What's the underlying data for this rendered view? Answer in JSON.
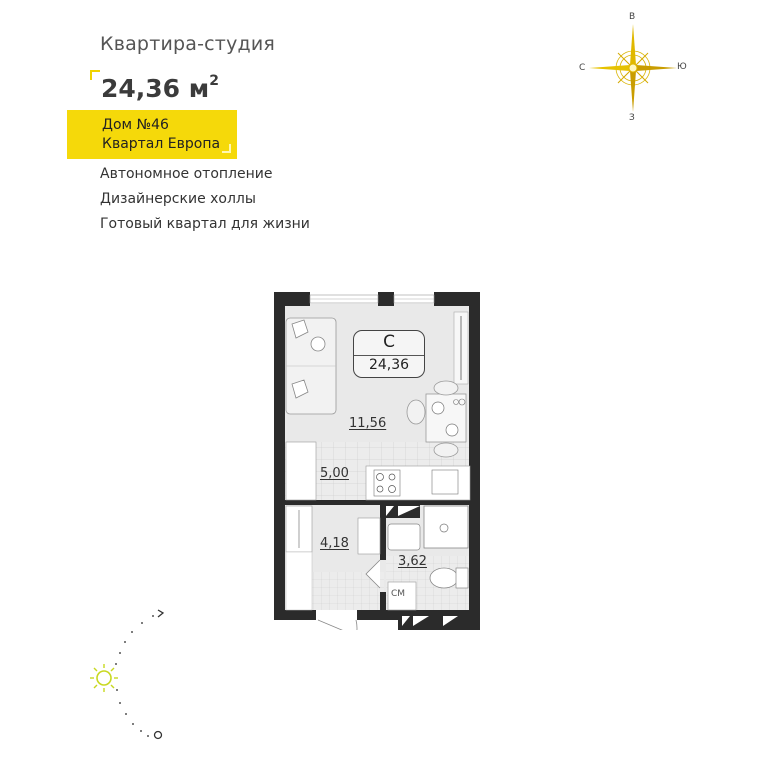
{
  "header": {
    "title": "Квартира-студия",
    "area_value": "24,36 м",
    "area_unit_sup": "2"
  },
  "badge": {
    "line1": "Дом №46",
    "line2": "Квартал Европа",
    "color": "#f5d90a"
  },
  "features": [
    "Автономное отопление",
    "Дизайнерские холлы",
    "Готовый квартал для жизни"
  ],
  "compass": {
    "top": "В",
    "bottom": "З",
    "left": "С",
    "right": "Ю",
    "color": "#d4a900"
  },
  "floorplan": {
    "type_label": "С",
    "total_area": "24,36",
    "rooms": [
      {
        "name": "living-room",
        "area": "11,56"
      },
      {
        "name": "kitchen",
        "area": "5,00"
      },
      {
        "name": "hallway",
        "area": "4,18"
      },
      {
        "name": "bathroom",
        "area": "3,62"
      }
    ],
    "washer_label": "СМ"
  },
  "colors": {
    "wall": "#2b2b2b",
    "floor": "#e9e9e9",
    "accent": "#f5d90a"
  }
}
